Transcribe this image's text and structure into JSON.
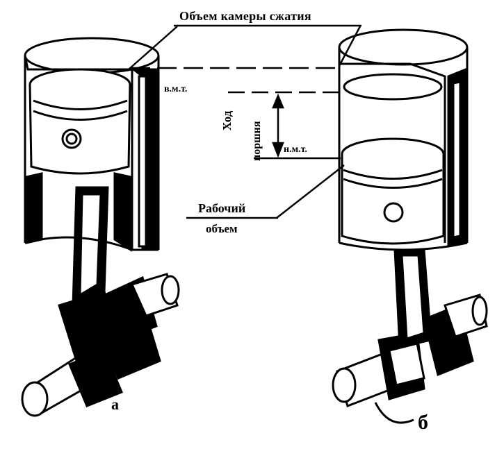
{
  "labels": {
    "compression_chamber_volume": "Объем камеры сжатия",
    "tdc": "в.м.т.",
    "bdc": "н.м.т.",
    "piston_stroke_line1": "Ход",
    "piston_stroke_line2": "поршня",
    "working_volume_line1": "Рабочий",
    "working_volume_line2": "объем",
    "figure_a": "а",
    "figure_b": "б"
  },
  "colors": {
    "ink": "#000000",
    "paper": "#ffffff"
  }
}
